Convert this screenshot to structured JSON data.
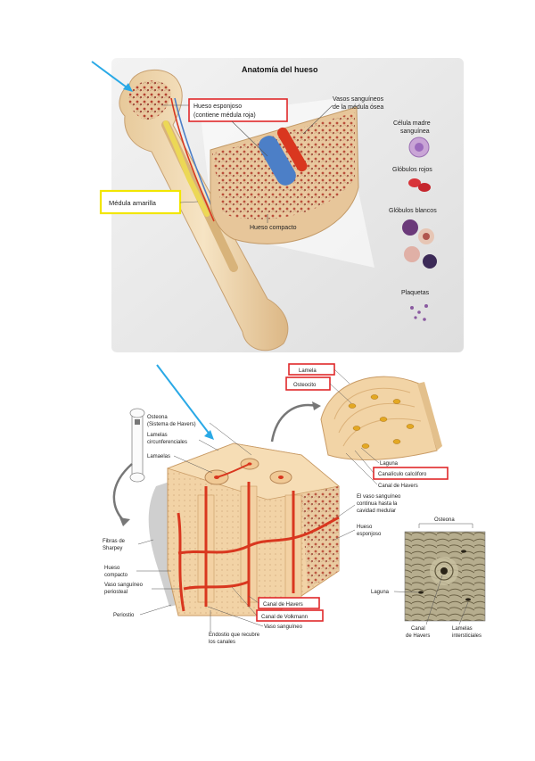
{
  "figure1": {
    "title": "Anatomía del hueso",
    "labels": {
      "spongy_line1": "Hueso esponjoso",
      "spongy_line2": "(contiene médula roja)",
      "vessels_line1": "Vasos sanguíneos",
      "vessels_line2": "de la médula ósea",
      "yellow_marrow": "Médula amarilla",
      "compact_bone": "Hueso compacto",
      "stem_line1": "Célula madre",
      "stem_line2": "sanguínea",
      "red_cells": "Glóbulos rojos",
      "white_cells": "Glóbulos blancos",
      "platelets": "Plaquetas"
    }
  },
  "figure2": {
    "labels": {
      "osteon_line1": "Osteona",
      "osteon_line2": "(Sistema de Havers)",
      "lamellae_circ_line1": "Lamelas",
      "lamellae_circ_line2": "circunferenciales",
      "lamellae": "Lamaelas",
      "lamela": "Lamela",
      "osteocyte": "Osteocito",
      "lacuna": "Laguna",
      "canaliculus": "Canalículo calcóforo",
      "havers_canal_top": "Canal de Havers",
      "vessel_cont_line1": "El vaso sanguíneo",
      "vessel_cont_line2": "continua hasta la",
      "vessel_cont_line3": "cavidad medular",
      "spongy_line1": "Hueso",
      "spongy_line2": "esponjoso",
      "sharpey_line1": "Fibras de",
      "sharpey_line2": "Sharpey",
      "compact_line1": "Hueso",
      "compact_line2": "compacto",
      "periosteal_line1": "Vaso sanguíneo",
      "periosteal_line2": "periosteal",
      "periosteum": "Periostio",
      "havers_canal": "Canal de Havers",
      "volkmann_canal": "Canal de Volkmann",
      "blood_vessel": "Vaso sanguíneo",
      "endosteum_line1": "Endostio que recubre",
      "endosteum_line2": "los canales"
    },
    "micrograph": {
      "osteon": "Osteona",
      "lacuna": "Laguna",
      "havers_line1": "Canal",
      "havers_line2": "de Havers",
      "lamellae_line1": "Lamelas",
      "lamellae_line2": "intersticiales"
    }
  },
  "colors": {
    "highlight_red": "#e0282a",
    "highlight_yellow": "#f2e600",
    "arrow_blue": "#2aa9e6",
    "bone": "#ecd3a8",
    "vessel_red": "#d9371f",
    "vessel_blue": "#4c7fc7"
  }
}
